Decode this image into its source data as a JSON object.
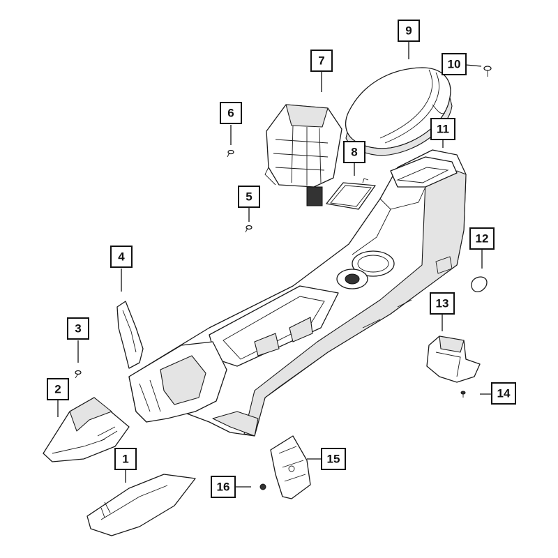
{
  "callouts": [
    {
      "id": "1",
      "label": "1"
    },
    {
      "id": "2",
      "label": "2"
    },
    {
      "id": "3",
      "label": "3"
    },
    {
      "id": "4",
      "label": "4"
    },
    {
      "id": "5",
      "label": "5"
    },
    {
      "id": "6",
      "label": "6"
    },
    {
      "id": "7",
      "label": "7"
    },
    {
      "id": "8",
      "label": "8"
    },
    {
      "id": "9",
      "label": "9"
    },
    {
      "id": "10",
      "label": "10"
    },
    {
      "id": "11",
      "label": "11"
    },
    {
      "id": "12",
      "label": "12"
    },
    {
      "id": "13",
      "label": "13"
    },
    {
      "id": "14",
      "label": "14"
    },
    {
      "id": "15",
      "label": "15"
    },
    {
      "id": "16",
      "label": "16"
    }
  ],
  "colors": {
    "ink": "#111111",
    "background": "#ffffff",
    "shade": "#e4e4e4"
  }
}
